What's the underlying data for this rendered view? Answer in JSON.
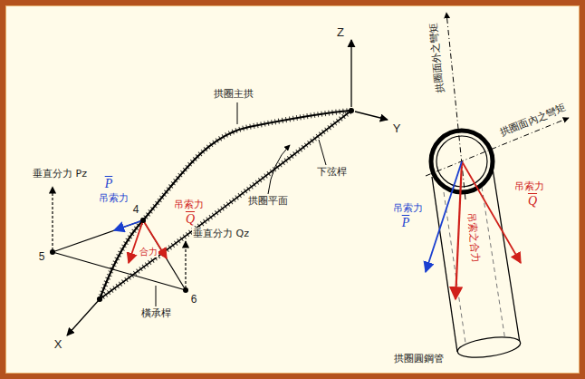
{
  "diagram": {
    "labels": [
      "Z",
      "Y",
      "X",
      "拱圈主拱",
      "下弦桿",
      "拱圈平面",
      "垂直分力 Pz",
      "吊索力",
      "P",
      "吊索力",
      "Q",
      "合力",
      "4",
      "5",
      "6",
      "垂直分力 Qz",
      "橫承桿",
      "拱圈面外之彎矩",
      "拱圈面內之彎矩",
      "吊索之合力",
      "吊索力",
      "Q",
      "吊索力",
      "P",
      "拱圈圓鋼管"
    ]
  }
}
